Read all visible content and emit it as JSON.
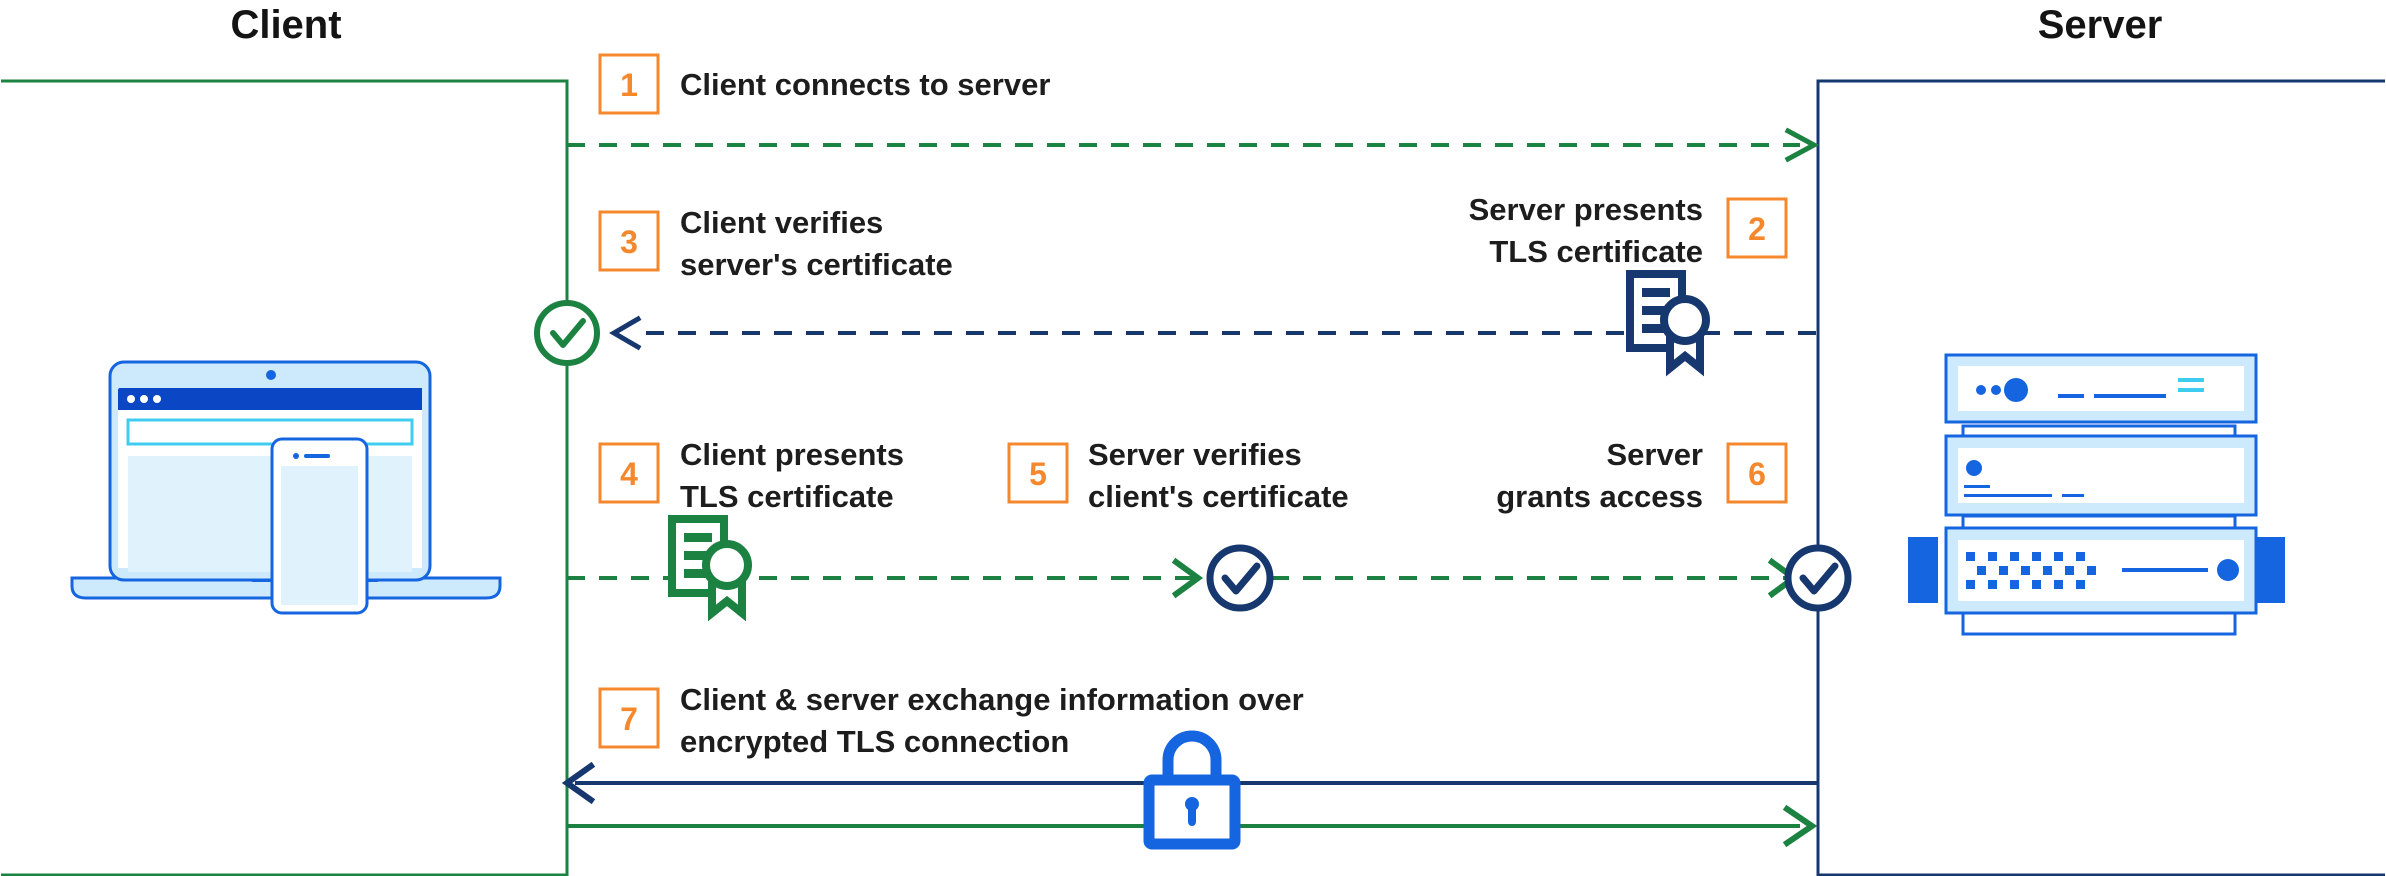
{
  "zones": {
    "client": {
      "title": "Client",
      "border_color": "#1c8241",
      "illustration": "laptop-and-phone-icon"
    },
    "server": {
      "title": "Server",
      "border_color": "#16386f",
      "illustration": "server-rack-icon"
    }
  },
  "colors": {
    "green": "#1c8241",
    "navy": "#16386f",
    "orange": "#f5882d",
    "blue_bright": "#1565e0",
    "light_blue": "#cdeafc",
    "pale_blue": "#e6f4fd",
    "text": "#1d1d1d"
  },
  "steps": [
    {
      "number": "1",
      "lines": [
        "Client connects to server"
      ],
      "align": "left",
      "arrow": "client-to-server-dashed-green",
      "icon": null
    },
    {
      "number": "2",
      "lines": [
        "Server presents",
        "TLS certificate"
      ],
      "align": "right",
      "arrow": "server-to-client-dashed-navy",
      "icon": "certificate-icon-navy"
    },
    {
      "number": "3",
      "lines": [
        "Client verifies",
        "server's certificate"
      ],
      "align": "left",
      "arrow": null,
      "icon": "check-circle-green"
    },
    {
      "number": "4",
      "lines": [
        "Client presents",
        "TLS certificate"
      ],
      "align": "left",
      "arrow": "client-to-server-dashed-green",
      "icon": "certificate-icon-green"
    },
    {
      "number": "5",
      "lines": [
        "Server verifies",
        "client's certificate"
      ],
      "align": "left",
      "arrow": null,
      "icon": "check-circle-navy"
    },
    {
      "number": "6",
      "lines": [
        "Server",
        "grants access"
      ],
      "align": "right",
      "arrow": null,
      "icon": "check-circle-navy"
    },
    {
      "number": "7",
      "lines": [
        "Client & server exchange information over",
        "encrypted TLS connection"
      ],
      "align": "left",
      "arrow": "bidirectional-solid",
      "icon": "padlock-icon"
    }
  ]
}
